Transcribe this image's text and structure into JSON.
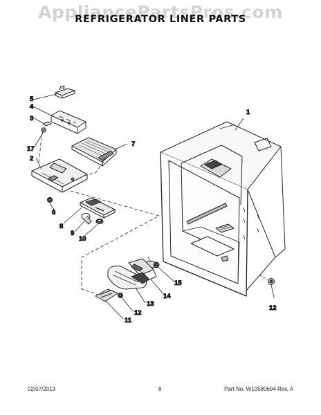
{
  "watermark": "AppliancePartsPros.com",
  "title": "REFRIGERATOR LINER PARTS",
  "callouts": {
    "c1": "1",
    "c2": "2",
    "c3": "3",
    "c4": "4",
    "c5": "5",
    "c6": "6",
    "c7": "7",
    "c8": "8",
    "c9": "9",
    "c10": "10",
    "c11": "11",
    "c12a": "12",
    "c12b": "12",
    "c13": "13",
    "c14": "14",
    "c15": "15",
    "c17": "17"
  },
  "footer": {
    "date": "02/07/2013",
    "page": "8",
    "part": "Part No.  W10580694  Rev.  A"
  }
}
